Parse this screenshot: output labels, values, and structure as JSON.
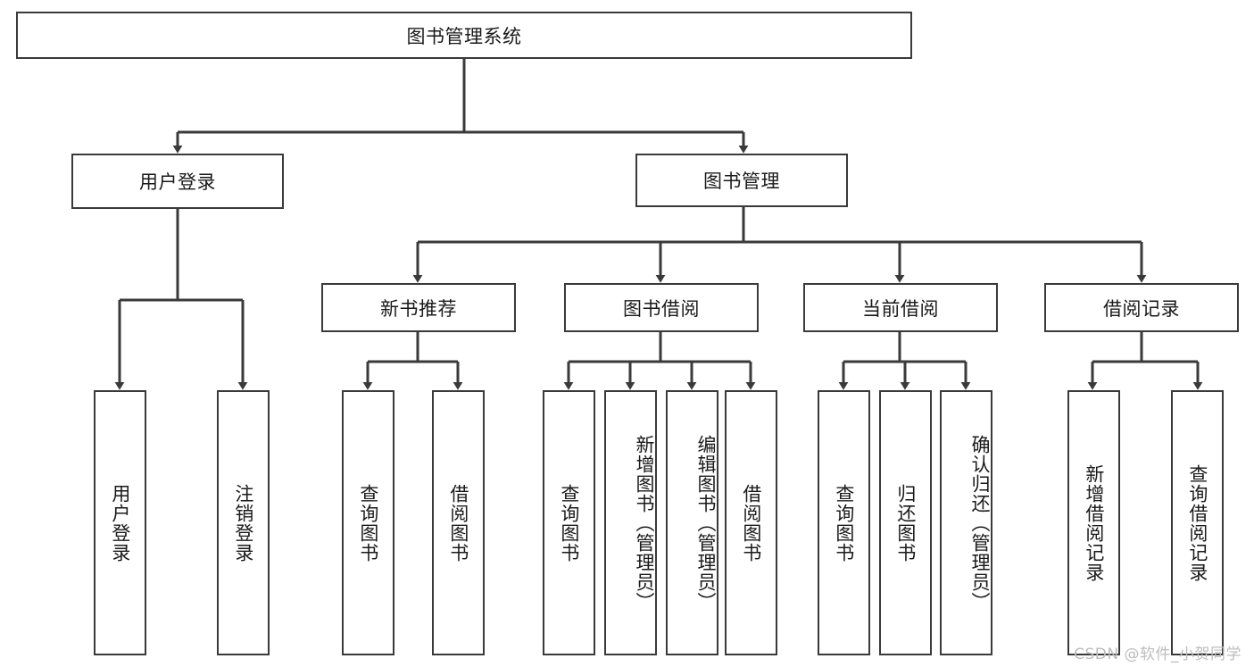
{
  "diagram": {
    "type": "tree",
    "title": "图书管理系统",
    "root": {
      "label": "图书管理系统"
    },
    "level2": [
      {
        "label": "用户登录"
      },
      {
        "label": "图书管理"
      }
    ],
    "level3": [
      {
        "label": "新书推荐"
      },
      {
        "label": "图书借阅"
      },
      {
        "label": "当前借阅"
      },
      {
        "label": "借阅记录"
      }
    ],
    "leaves": {
      "user_login": [
        {
          "label": "用户登录"
        },
        {
          "label": "注销登录"
        }
      ],
      "new_book_recommend": [
        {
          "label": "查询图书"
        },
        {
          "label": "借阅图书"
        }
      ],
      "book_borrow": [
        {
          "label": "查询图书"
        },
        {
          "label": "新增图书（管理员）"
        },
        {
          "label": "编辑图书（管理员）"
        },
        {
          "label": "借阅图书"
        }
      ],
      "current_borrow": [
        {
          "label": "查询图书"
        },
        {
          "label": "归还图书"
        },
        {
          "label": "确认归还（管理员）"
        }
      ],
      "borrow_record": [
        {
          "label": "新增借阅记录"
        },
        {
          "label": "查询借阅记录"
        }
      ]
    }
  },
  "watermark": {
    "text": "CSDN @软件_小贺同学"
  },
  "colors": {
    "stroke": "#3a3a3a",
    "text": "#1a1a1a",
    "background": "#ffffff",
    "watermark": "#bdbdbd"
  }
}
